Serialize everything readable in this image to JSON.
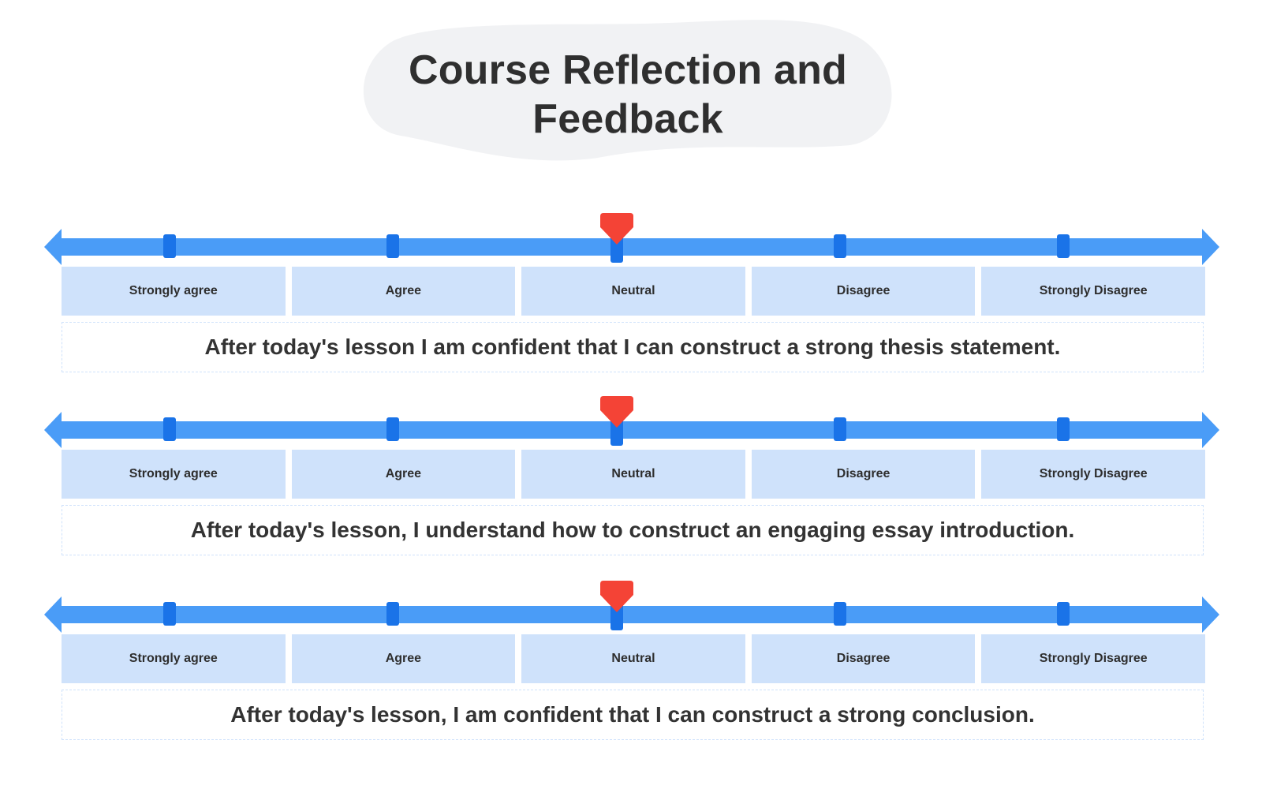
{
  "title": {
    "line1": "Course Reflection and",
    "line2": "Feedback"
  },
  "scale_options": [
    "Strongly agree",
    "Agree",
    "Neutral",
    "Disagree",
    "Strongly Disagree"
  ],
  "questions": [
    {
      "statement": "After today's lesson I am confident that I can construct a strong thesis statement.",
      "selected": "Neutral"
    },
    {
      "statement": "After today's lesson, I understand how to construct an engaging essay introduction.",
      "selected": "Neutral"
    },
    {
      "statement": "After today's lesson, I am confident that I can construct a strong conclusion.",
      "selected": "Neutral"
    }
  ],
  "colors": {
    "axis": "#4a9cf7",
    "tick": "#1a73e8",
    "marker": "#f44336",
    "option_bg": "#cfe2fb",
    "title_blob": "#f1f2f4"
  },
  "icons": {
    "marker": "heart-marker-icon",
    "arrow_left": "arrow-left-icon",
    "arrow_right": "arrow-right-icon"
  }
}
